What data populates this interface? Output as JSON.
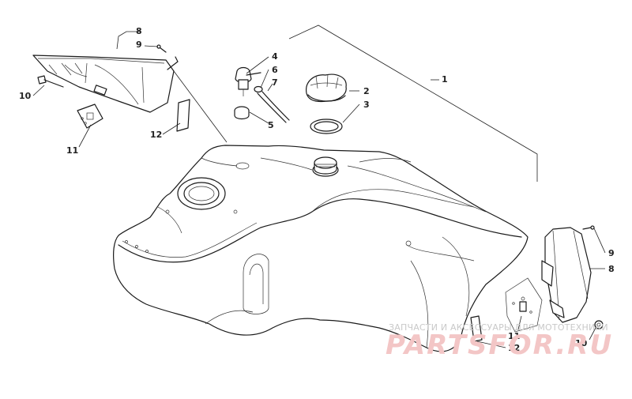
{
  "callouts": {
    "c1": "1",
    "c2": "2",
    "c3": "3",
    "c4": "4",
    "c5": "5",
    "c6": "6",
    "c7": "7",
    "c8_left": "8",
    "c9_left": "9",
    "c10_left": "10",
    "c11_left": "11",
    "c12_left": "12",
    "c9_right": "9",
    "c8_right": "8",
    "c10_right": "10",
    "c11_right": "11",
    "c12_right": "12"
  },
  "watermark": {
    "tagline": "ЗАПЧАСТИ И АКСЕССУАРЫ ДЛЯ МОТОТЕХНИКИ",
    "logo_text": "PARTSFOR.RU",
    "logo_color": "#f3c6c6"
  },
  "colors": {
    "line": "#1a1a1a",
    "background": "#ffffff"
  }
}
